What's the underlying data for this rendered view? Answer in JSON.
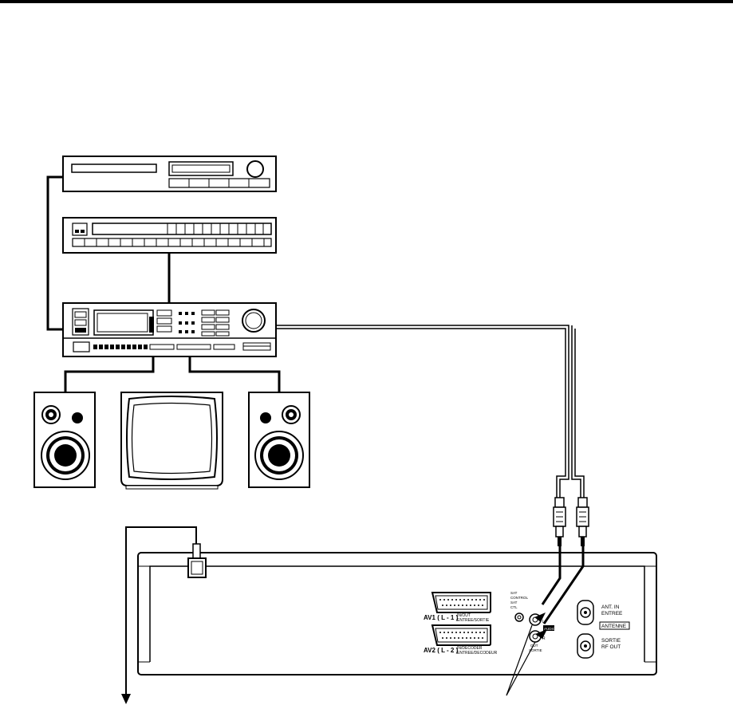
{
  "vcr_panel": {
    "av1_label": "AV1 ( L - 1 )",
    "av1_sub_1": "IN/OUT",
    "av1_sub_2": "ENTREE/SORTIE",
    "av2_label": "AV2 ( L - 2 )",
    "av2_sub_1": "IN/DECODER",
    "av2_sub_2": "ENTREE/DECODEUR",
    "sat_control_1": "SAT",
    "sat_control_2": "CONTROL",
    "sat_control_3": "SAT",
    "sat_control_4": "CTL",
    "audio_label": "AUDIO",
    "audio_l": "L",
    "audio_r": "R",
    "audio_out_1": "OUT",
    "audio_out_2": "SORTIE",
    "ant_in_1": "ANT. IN",
    "ant_in_2": "ENTREE",
    "antenna_box": "ANTENNE",
    "rf_out_1": "SORTIE",
    "rf_out_2": "RF OUT"
  }
}
